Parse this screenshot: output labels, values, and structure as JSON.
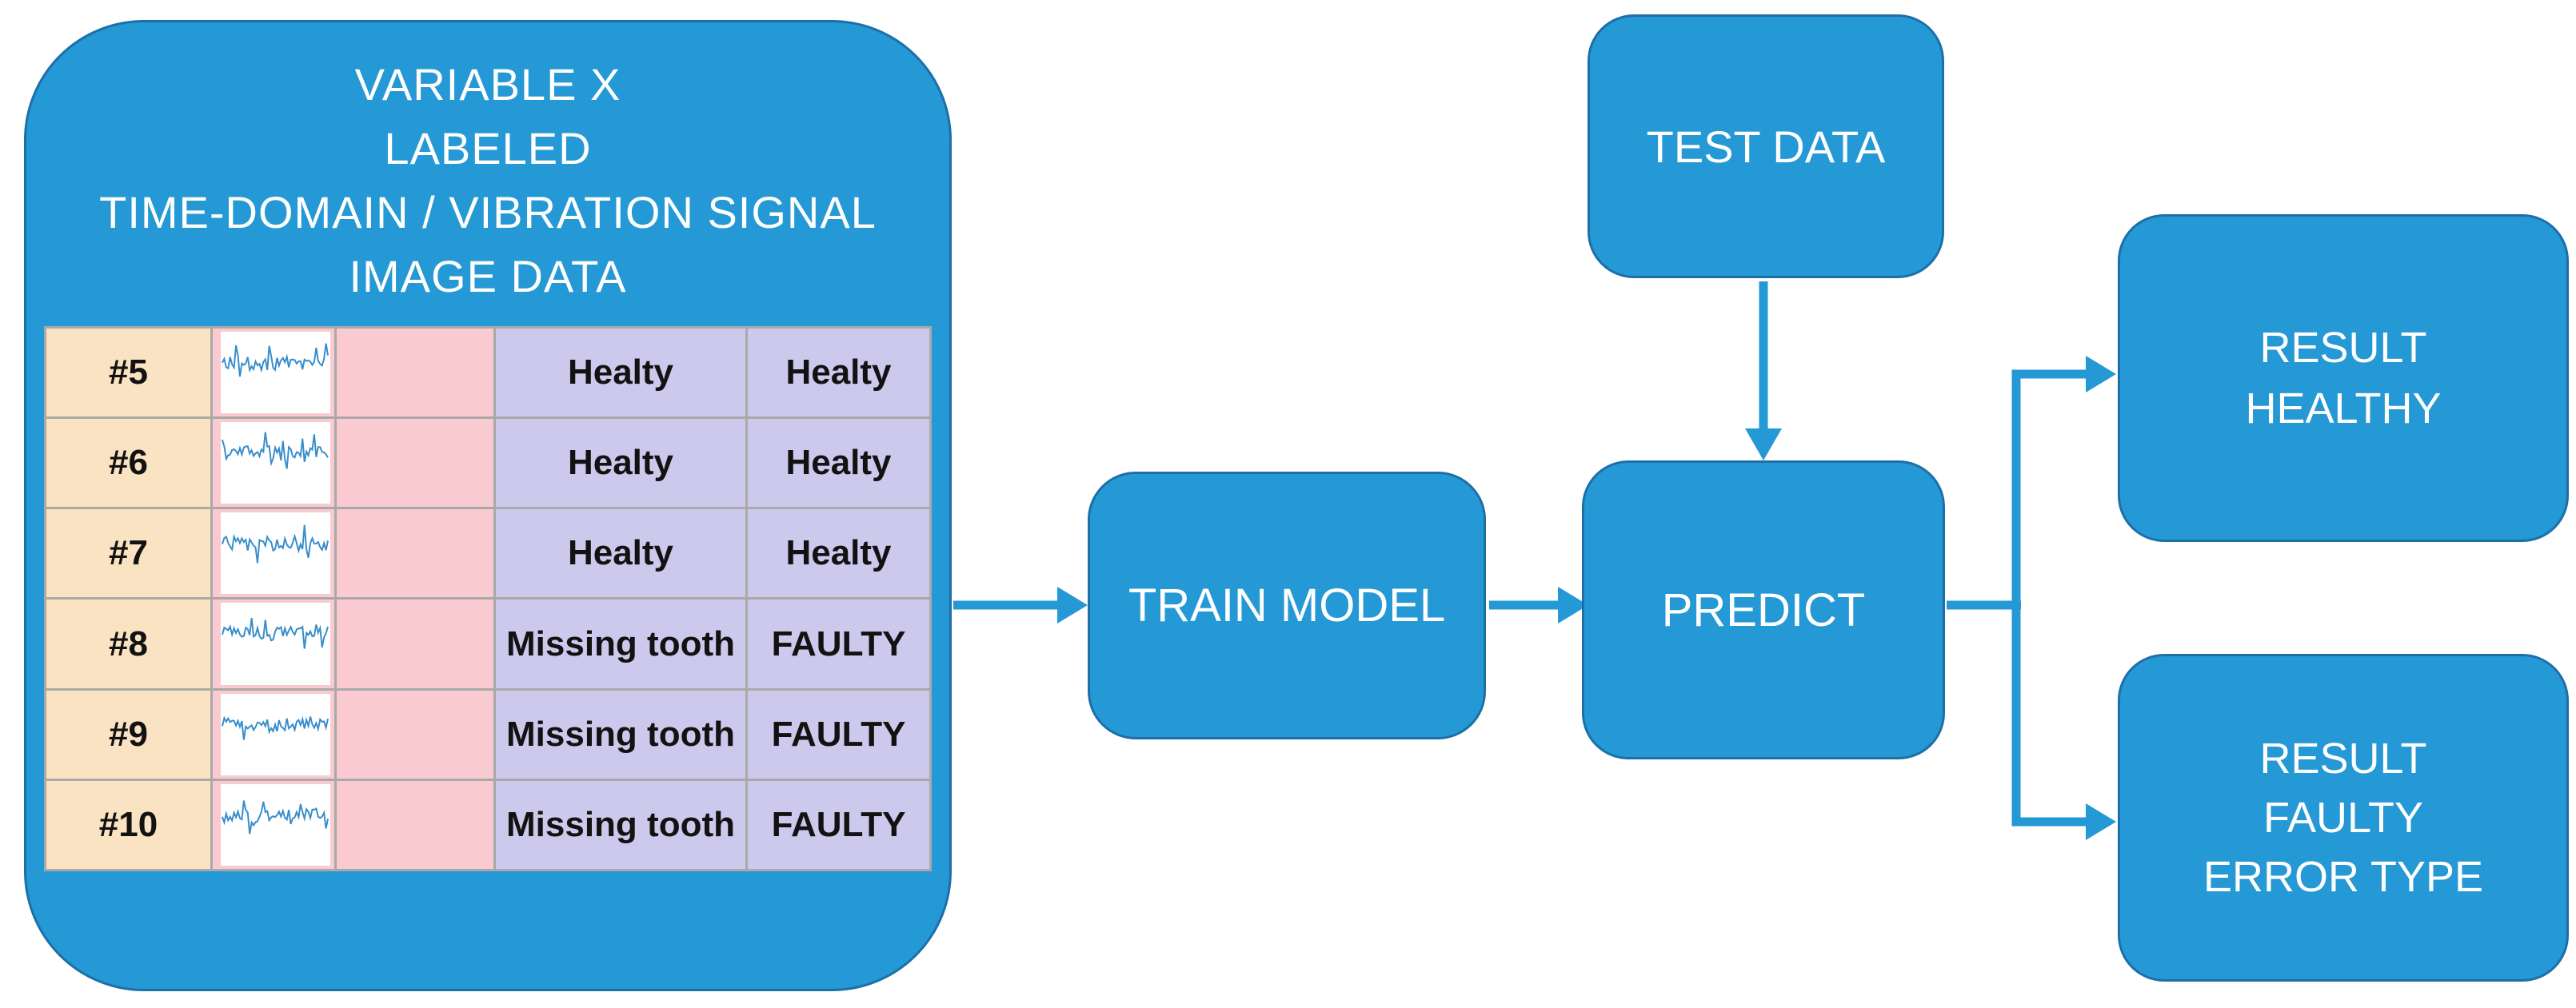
{
  "diagram": {
    "training_data_box": {
      "title_lines": [
        "VARIABLE X",
        "LABELED",
        "TIME-DOMAIN / VIBRATION SIGNAL",
        "IMAGE DATA"
      ],
      "table": {
        "columns": [
          "sample-id",
          "signal-waveform",
          "spacer",
          "fault-label",
          "status"
        ],
        "rows": [
          {
            "id": "#5",
            "signal": "waveform-thumbnail",
            "fault_label": "Healty",
            "status": "Healty"
          },
          {
            "id": "#6",
            "signal": "waveform-thumbnail",
            "fault_label": "Healty",
            "status": "Healty"
          },
          {
            "id": "#7",
            "signal": "waveform-thumbnail",
            "fault_label": "Healty",
            "status": "Healty"
          },
          {
            "id": "#8",
            "signal": "waveform-thumbnail",
            "fault_label": "Missing tooth",
            "status": "FAULTY"
          },
          {
            "id": "#9",
            "signal": "waveform-thumbnail",
            "fault_label": "Missing tooth",
            "status": "FAULTY"
          },
          {
            "id": "#10",
            "signal": "waveform-thumbnail",
            "fault_label": "Missing tooth",
            "status": "FAULTY"
          }
        ]
      }
    },
    "nodes": {
      "train_model": {
        "label": "TRAIN MODEL"
      },
      "test_data": {
        "label": "TEST DATA"
      },
      "predict": {
        "label": "PREDICT"
      },
      "result_healthy": {
        "lines": [
          "RESULT",
          "HEALTHY"
        ]
      },
      "result_faulty": {
        "lines": [
          "RESULT",
          "FAULTY",
          "ERROR TYPE"
        ]
      }
    },
    "edges": [
      {
        "from": "training-data-box",
        "to": "train-model"
      },
      {
        "from": "train-model",
        "to": "predict"
      },
      {
        "from": "test-data",
        "to": "predict"
      },
      {
        "from": "predict",
        "to": "result-healthy"
      },
      {
        "from": "predict",
        "to": "result-faulty"
      }
    ],
    "colors": {
      "node_fill": "#2598d6",
      "node_border": "#1d6fa8",
      "arrow": "#2598d6",
      "box_text": "#ffffff",
      "id_cell_bg": "#fae3c2",
      "pink_cell_bg": "#f9cad0",
      "plot_bg": "#ffffff",
      "label_cell_bg": "#cdc9ec",
      "grid_line": "#a9a9a9",
      "table_text": "#121212",
      "waveform": "#2c87c8"
    }
  }
}
